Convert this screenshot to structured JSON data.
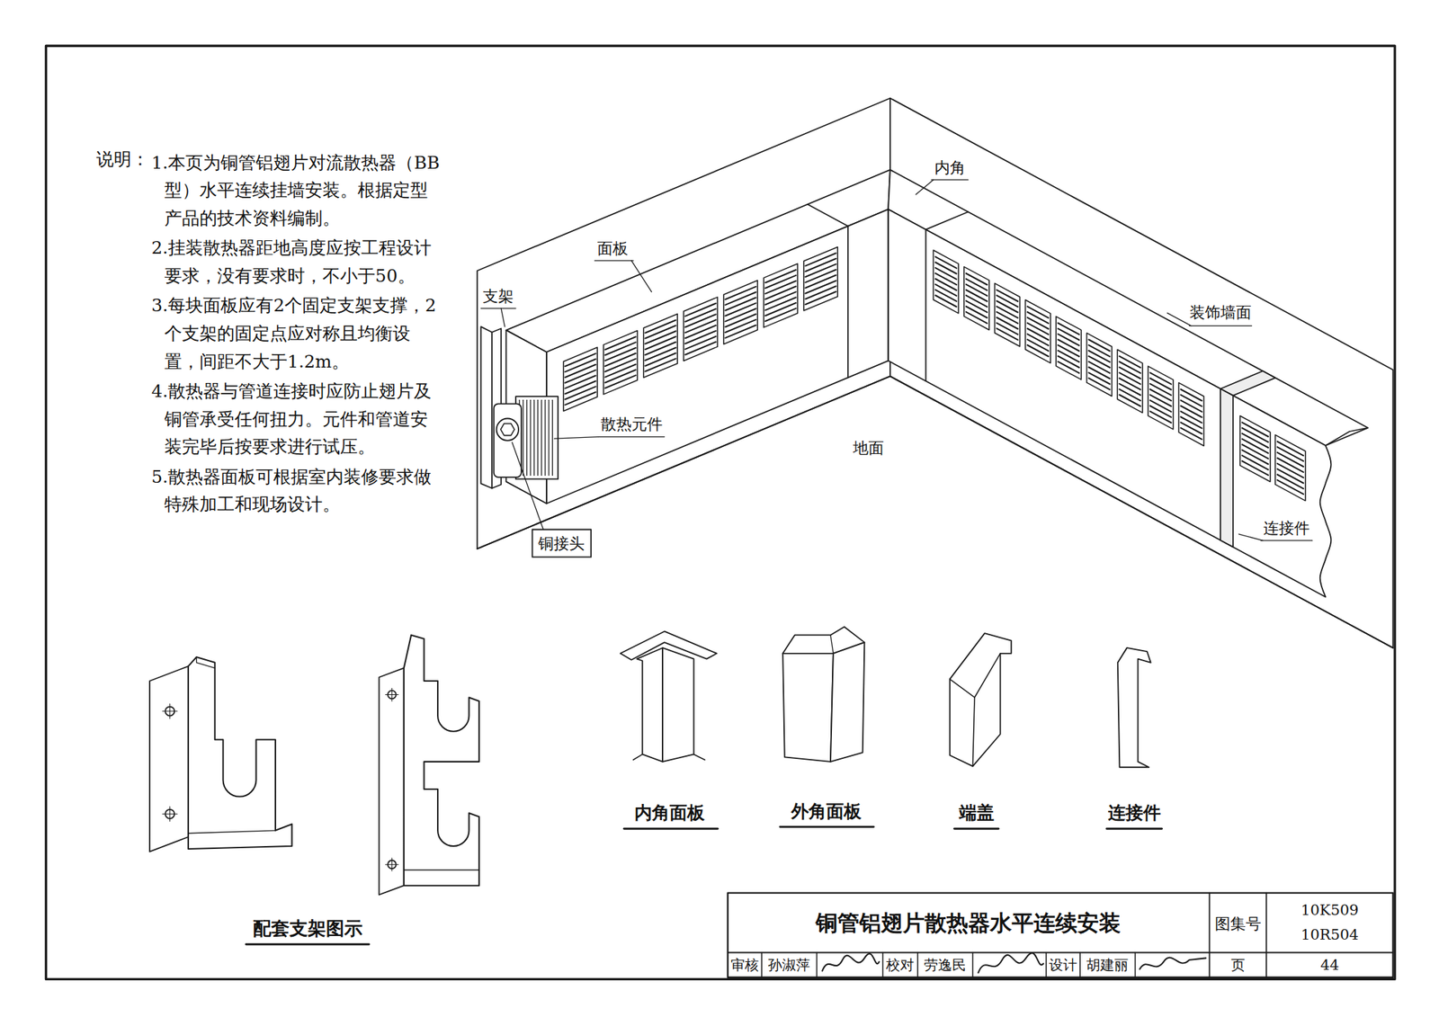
{
  "diagram": {
    "title": "铜管铝翅片散热器水平连续安装",
    "labels": [
      "说明：",
      "1.本页为铜管铝翅片对流散热器（BB型）水平连续挂墙安装。根据定型产品的技术资料编制。",
      "2.挂装散热器距地高度应按工程设计要求，没有要求时，不小于50。",
      "3.每块面板应有2个固定支架支撑，2个支架的固定点应对称且均衡设置，间距不大于1.2m。",
      "4.散热器与管道连接时应防止翅片及铜管承受任何扭力。元件和管道安装完毕后按要求进行试压。",
      "5.散热器面板可根据室内装修要求做特殊加工和现场设计。",
      "内角",
      "面板",
      "支架",
      "散热元件",
      "铜接头",
      "地面",
      "装饰墙面",
      "连接件",
      "内角面板",
      "外角面板",
      "端盖",
      "连接件",
      "配套支架图示",
      "图集号",
      "10K509",
      "10R504",
      "审核",
      "孙淑萍",
      "校对",
      "劳逸民",
      "设计",
      "胡建丽",
      "页",
      "44"
    ]
  }
}
